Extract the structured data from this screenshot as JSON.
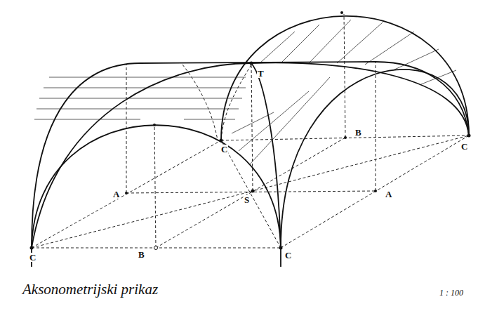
{
  "diagram": {
    "caption": "Aksonometrijski prikaz",
    "labels": [
      "C",
      "B",
      "C",
      "C",
      "S",
      "A",
      "A",
      "B",
      "C",
      "T",
      "1 : 100"
    ]
  }
}
